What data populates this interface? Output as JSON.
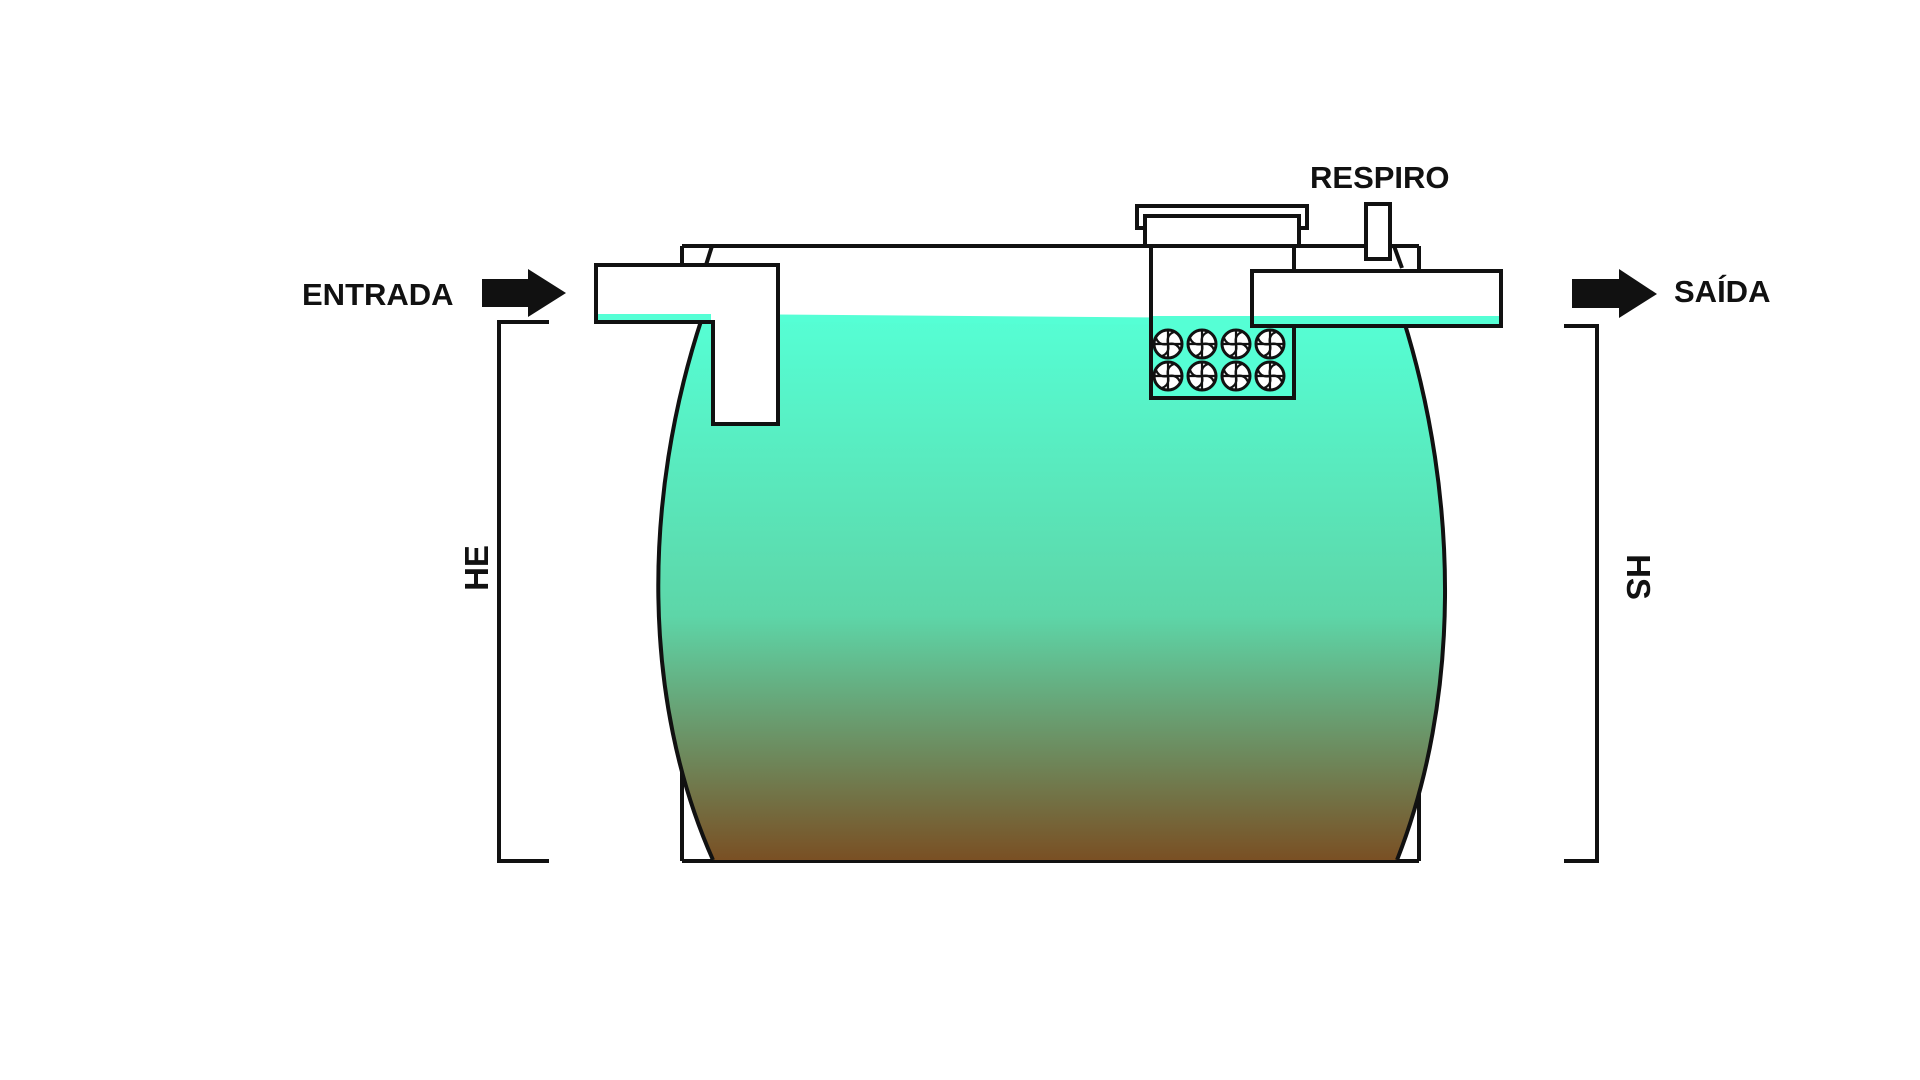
{
  "labels": {
    "inlet": "ENTRADA",
    "outlet": "SAÍDA",
    "vent": "RESPIRO",
    "inlet_height": "HE",
    "outlet_height": "HS"
  },
  "colors": {
    "stroke": "#111111",
    "liquid_top": "#55ffd5",
    "liquid_mid": "#5dd6a8",
    "sludge": "#7a4e22",
    "arrow": "#111111",
    "background": "#ffffff"
  },
  "media": {
    "rows": 2,
    "cols": 4
  }
}
